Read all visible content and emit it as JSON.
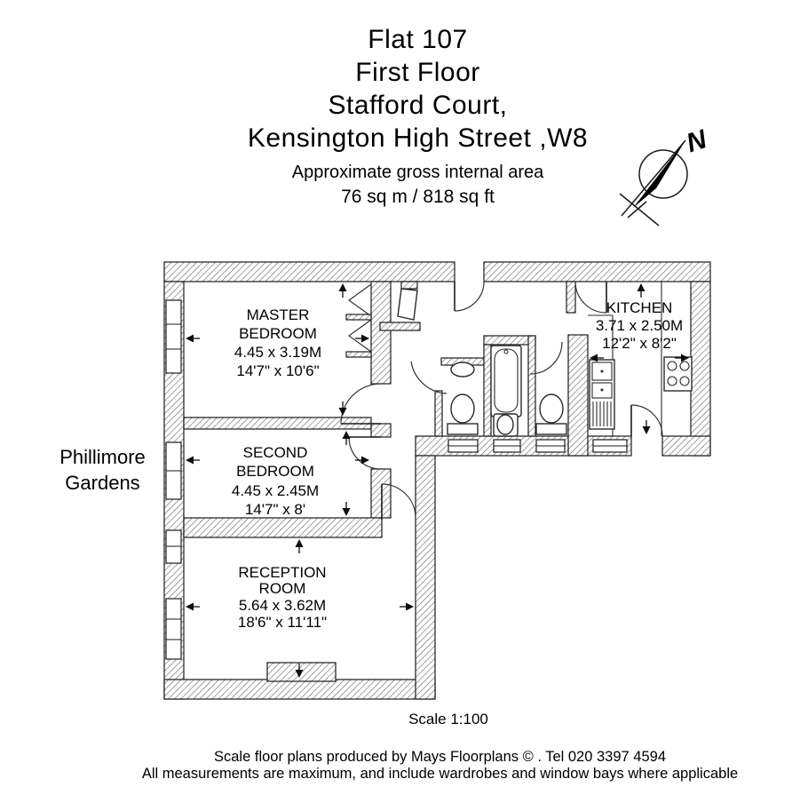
{
  "header": {
    "title_lines": [
      "Flat 107",
      "First Floor",
      "Stafford Court,",
      "Kensington High Street ,W8"
    ],
    "area_note": "Approximate gross internal area",
    "area_value": "76 sq m / 818 sq ft"
  },
  "compass": {
    "north_label": "N"
  },
  "map_labels": {
    "street_line1": "Phillimore",
    "street_line2": "Gardens"
  },
  "rooms": [
    {
      "id": "master-bedroom",
      "name_line1": "MASTER",
      "name_line2": "BEDROOM",
      "size_metric": "4.45 x 3.19M",
      "size_imperial": "14'7\" x 10'6\""
    },
    {
      "id": "second-bedroom",
      "name_line1": "SECOND",
      "name_line2": "BEDROOM",
      "size_metric": "4.45 x 2.45M",
      "size_imperial": "14'7\" x 8'"
    },
    {
      "id": "reception-room",
      "name_line1": "RECEPTION",
      "name_line2": "ROOM",
      "size_metric": "5.64 x 3.62M",
      "size_imperial": "18'6\" x 11'11\""
    },
    {
      "id": "kitchen",
      "name_line1": "KITCHEN",
      "size_metric": "3.71 x 2.50M",
      "size_imperial": "12'2\" x 8'2\""
    }
  ],
  "scale_label": "Scale 1:100",
  "footer": {
    "line1": "Scale floor plans produced by Mays Floorplans  © . Tel 020 3397 4594",
    "line2": "All measurements are maximum, and include wardrobes and window bays where applicable"
  },
  "colors": {
    "ink": "#000000",
    "paper": "#ffffff"
  }
}
